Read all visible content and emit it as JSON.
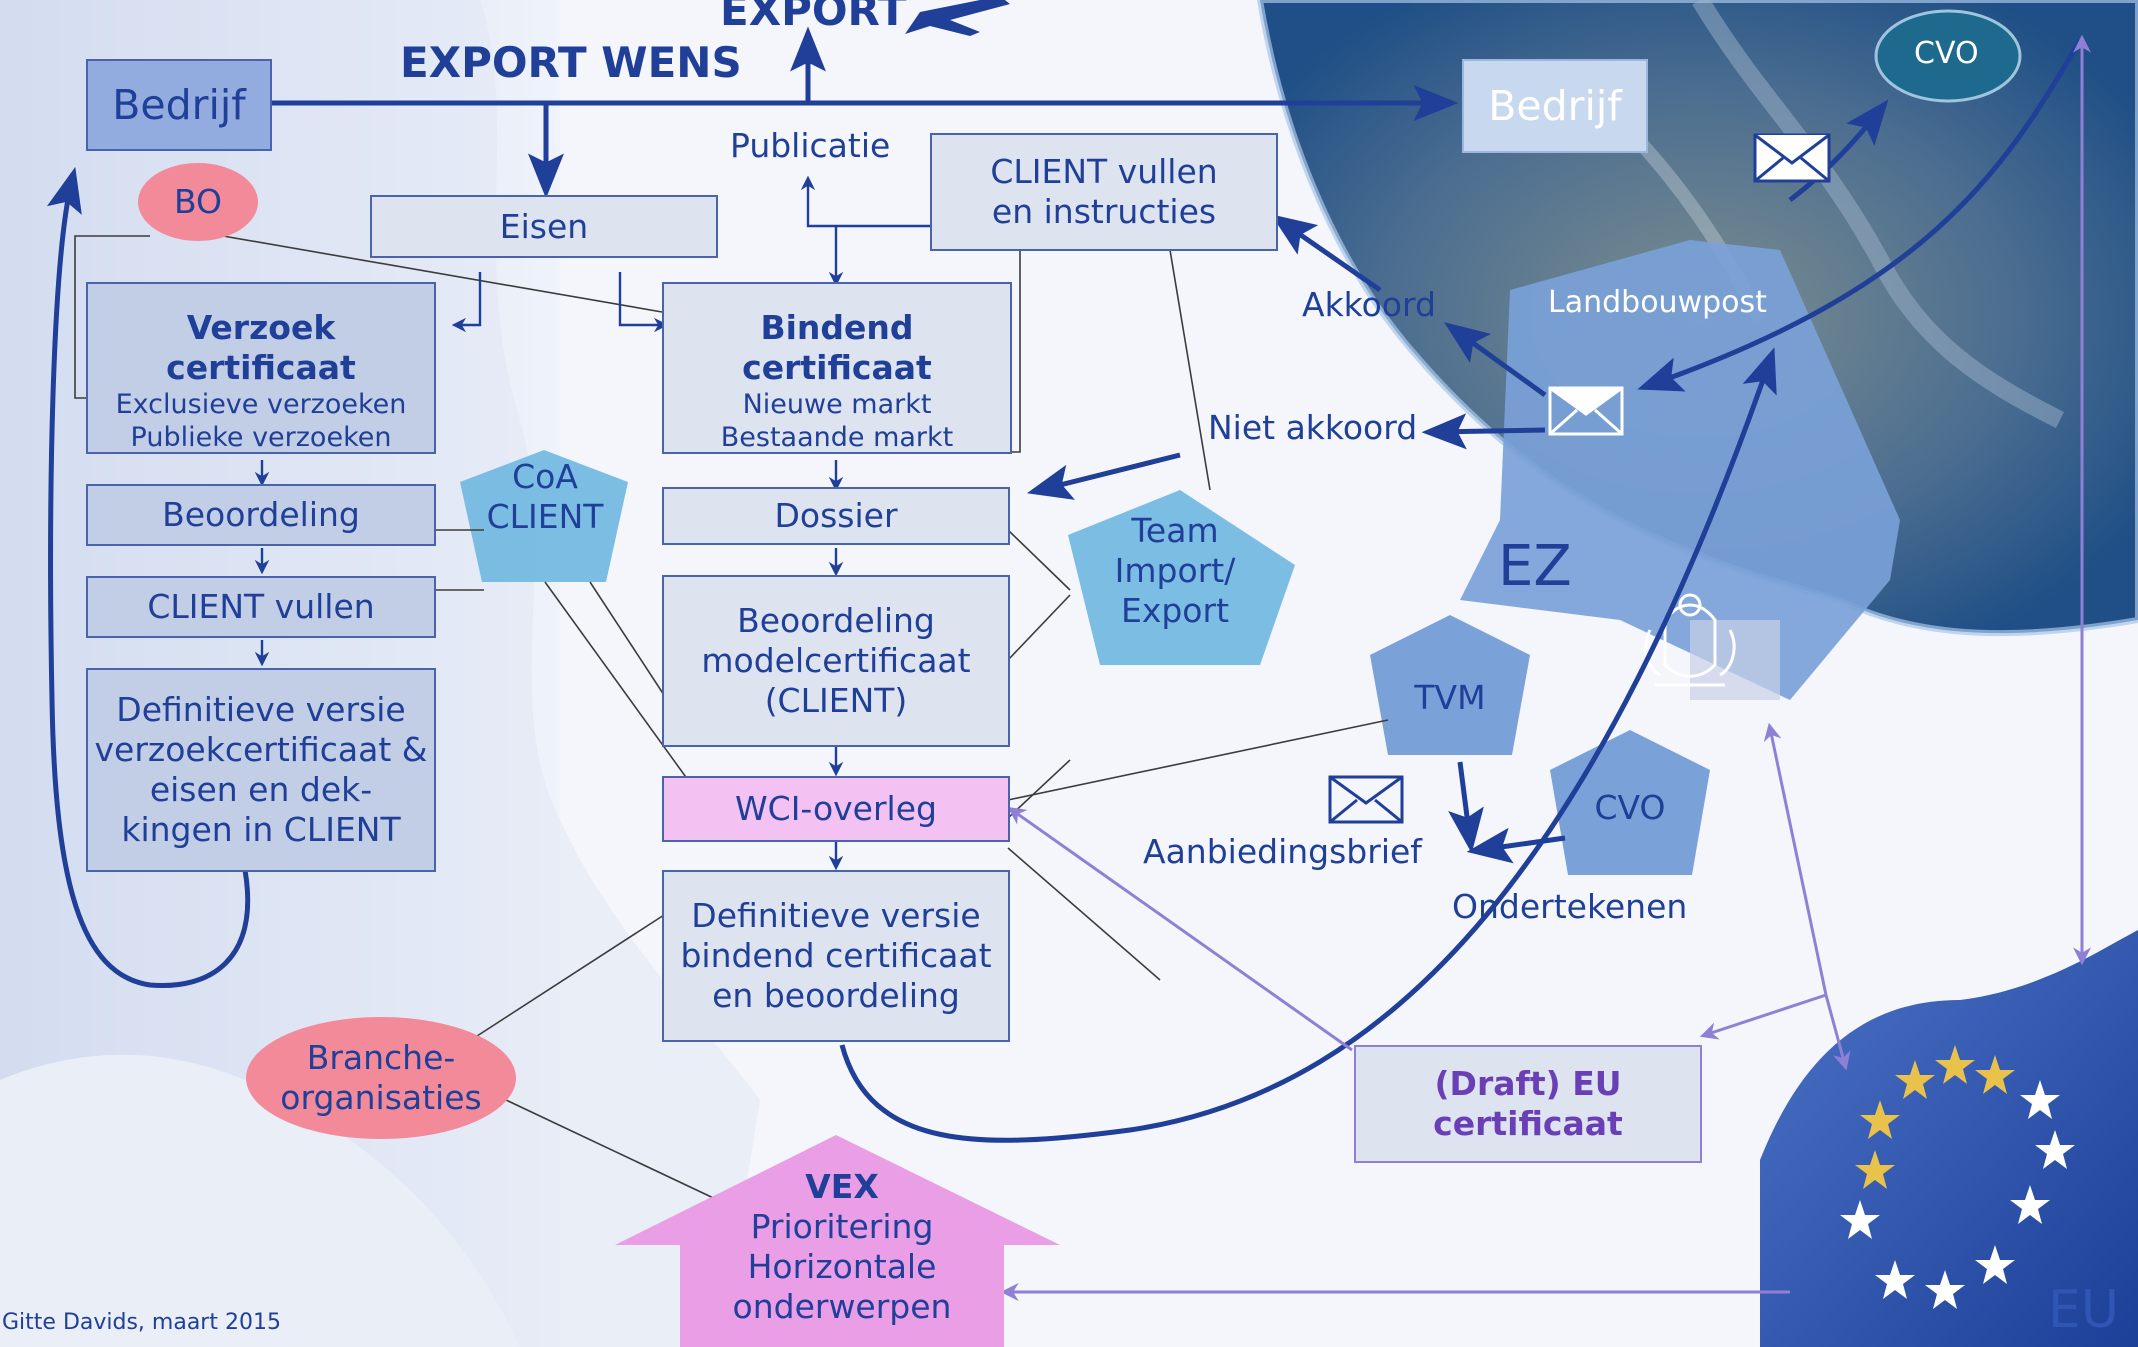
{
  "left_column": {
    "bedrijf_left": "Bedrijf",
    "bo": "BO",
    "verzoek_title": "Verzoek certificaat",
    "verzoek_line1": "Exclusieve verzoeken",
    "verzoek_line2": "Publieke verzoeken",
    "beoordeling": "Beoordeling",
    "client_vullen": "CLIENT vullen",
    "definitieve_line1": "Definitieve versie",
    "definitieve_line2": "verzoekcertificaat &",
    "definitieve_line3": "eisen en dek-",
    "definitieve_line4": "kingen in CLIENT"
  },
  "top": {
    "export_partial": "EXPORT",
    "export_wens": "EXPORT WENS",
    "bedrijf_right": "Bedrijf",
    "eisen": "Eisen",
    "publicatie": "Publicatie",
    "client_instr_line1": "CLIENT vullen",
    "client_instr_line2": "en instructies"
  },
  "middle_column": {
    "bindend_title": "Bindend certificaat",
    "bindend_line1": "Nieuwe markt",
    "bindend_line2": "Bestaande markt",
    "dossier": "Dossier",
    "beoordeling_model_line1": "Beoordeling",
    "beoordeling_model_line2": "modelcertificaat",
    "beoordeling_model_line3": "(CLIENT)",
    "wci": "WCI-overleg",
    "def_bindend_line1": "Definitieve versie",
    "def_bindend_line2": "bindend certificaat",
    "def_bindend_line3": "en beoordeling"
  },
  "pentagons": {
    "coa_line1": "CoA",
    "coa_line2": "CLIENT",
    "team_line1": "Team",
    "team_line2": "Import/",
    "team_line3": "Export",
    "tvm": "TVM",
    "cvo": "CVO"
  },
  "right_side": {
    "cvo_top": "CVO",
    "landbouwpost": "Landbouwpost",
    "akkoord": "Akkoord",
    "niet_akkoord": "Niet akkoord",
    "ez": "EZ",
    "aanbiedingsbrief": "Aanbiedingsbrief",
    "ondertekenen": "Ondertekenen",
    "draft_line1": "(Draft) EU",
    "draft_line2": "certificaat",
    "eu": "EU"
  },
  "bottom": {
    "branche_line1": "Branche-",
    "branche_line2": "organisaties",
    "vex_title": "VEX",
    "vex_line1": "Prioritering",
    "vex_line2": "Horizontale",
    "vex_line3": "onderwerpen",
    "credit": "Gitte Davids, maart 2015"
  },
  "colors": {
    "arrow": "#1f3f98",
    "box_border": "#4a63ad",
    "box_fill": "#dde3ef",
    "pink_box": "#f3c2f2",
    "pentagon": "#6fb7e0",
    "ez_blue": "#7aa1d8",
    "ellipse_pink": "#f28a9a",
    "eu_flag": "#2b4fa8",
    "purple_arrow": "#8f80d6"
  }
}
